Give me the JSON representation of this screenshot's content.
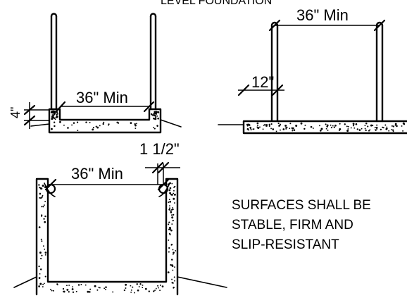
{
  "title_partial": "LEVEL FOUNDATION",
  "top_left": {
    "width_label": "36\" Min",
    "depth_label": "4\""
  },
  "top_right": {
    "width_label": "36\" Min",
    "offset_label": "12\""
  },
  "bottom": {
    "width_label": "36\" Min",
    "thickness_label": "1 1/2\""
  },
  "note": {
    "line1": "SURFACES SHALL BE",
    "line2": "STABLE, FIRM AND",
    "line3": "SLIP-RESISTANT"
  }
}
